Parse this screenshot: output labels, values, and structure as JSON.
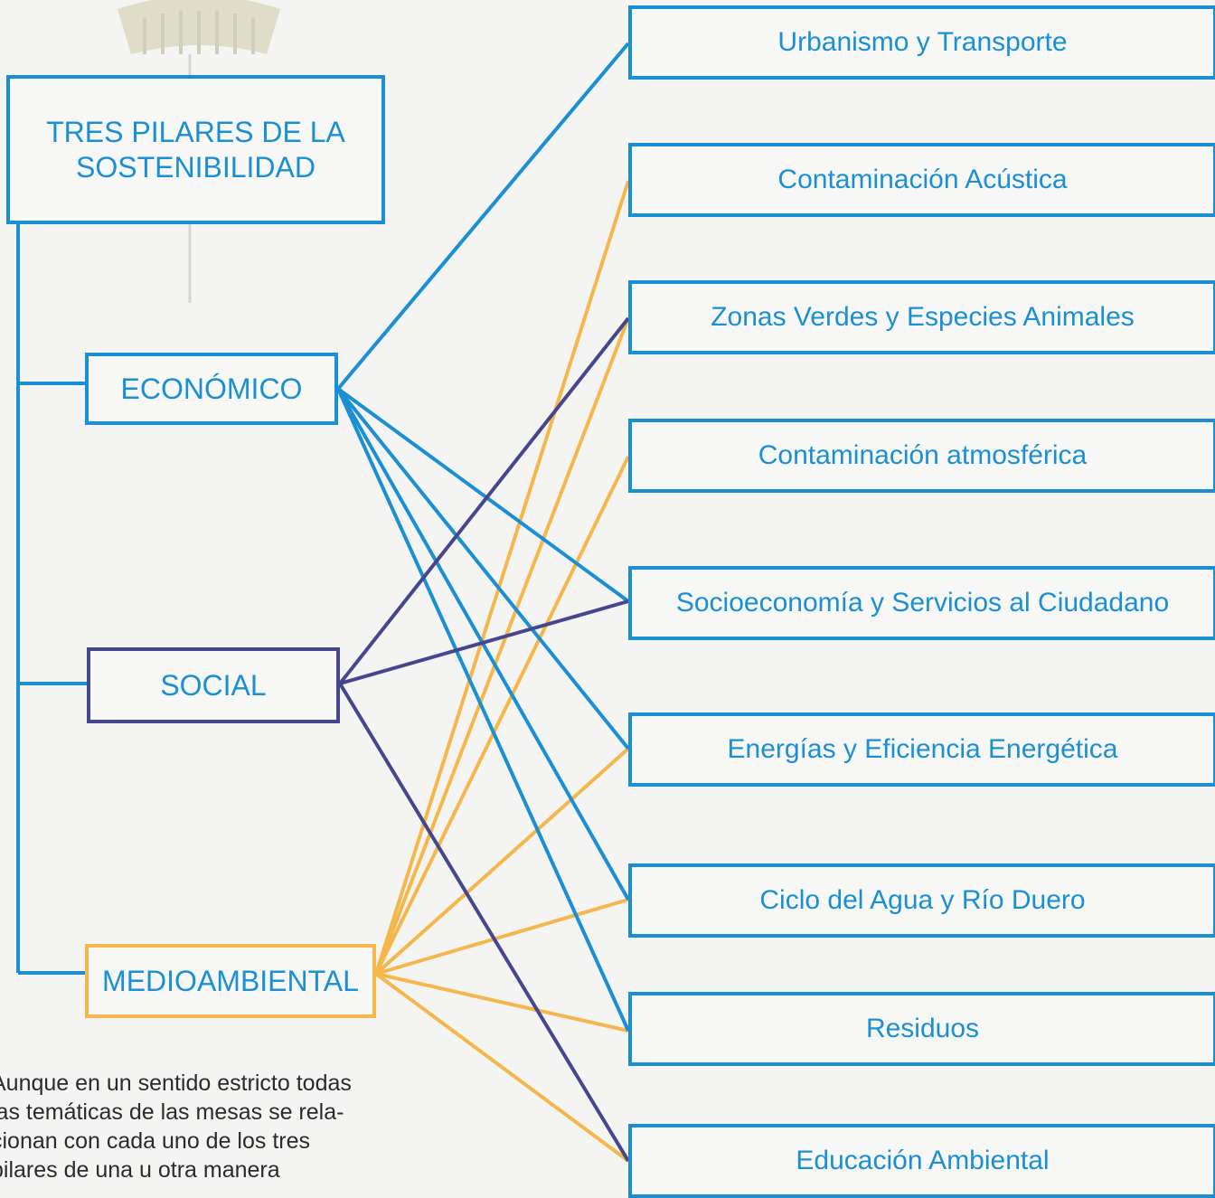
{
  "title": "TRES PILARES DE LA SOSTENIBILIDAD",
  "pillars": {
    "economico": "ECONÓMICO",
    "social": "SOCIAL",
    "medioambiental": "MEDIOAMBIENTAL"
  },
  "topics": [
    "Urbanismo y Transporte",
    "Contaminación Acústica",
    "Zonas Verdes y Especies Animales",
    "Contaminación atmosférica",
    "Socioeconomía y Servicios al Ciudadano",
    "Energías y Eficiencia Energética",
    "Ciclo del Agua y Río Duero",
    "Residuos",
    "Educación Ambiental"
  ],
  "links": {
    "economico": [
      0,
      4,
      5,
      6,
      7
    ],
    "social": [
      2,
      4,
      8
    ],
    "medioambiental": [
      1,
      2,
      3,
      5,
      6,
      7,
      8
    ]
  },
  "colors": {
    "economico": "#1a8fd4",
    "social": "#46468e",
    "medioambiental": "#f5b74c",
    "text": "#1a8fd4"
  },
  "paragraph": [
    "Aunque en un sentido estricto todas",
    "las temáticas de las mesas se rela-",
    "cionan con cada uno de los tres",
    "pilares de una u otra manera"
  ]
}
